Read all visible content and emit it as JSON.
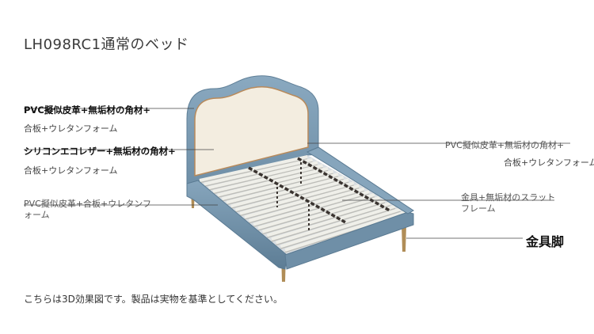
{
  "title": "LH098RC1通常のベッド",
  "left_labels": {
    "headboard_frame": "PVC擬似皮革+無垢材の角材+",
    "headboard_frame_core": "合板+ウレタンフォーム",
    "headboard_panel": "シリコンエコレザー+無垢材の角材+",
    "headboard_panel_core": "合板+ウレタンフォーム",
    "side_rail_line1": "PVC擬似皮革+合板+ウレタンフ",
    "side_rail_line2": "ォーム"
  },
  "right_labels": {
    "side_frame": "PVC擬似皮革+無垢材の角材+",
    "side_frame_core": "合板+ウレタンフォーム",
    "slats_line1": "金具+無垢材のスラット",
    "slats_line2": "フレーム",
    "legs": "金具脚"
  },
  "footnote": "こちらは3D効果図です。製品は実物を基準としてください。",
  "colors": {
    "frame_blue": "#7d9db5",
    "frame_blue_dark": "#5f7f97",
    "panel_cream": "#f3ede0",
    "slat": "#efefe9",
    "slat_shadow": "#bdbdb8",
    "leg_gold": "#b08d57",
    "strap_dark": "#3a3430"
  }
}
